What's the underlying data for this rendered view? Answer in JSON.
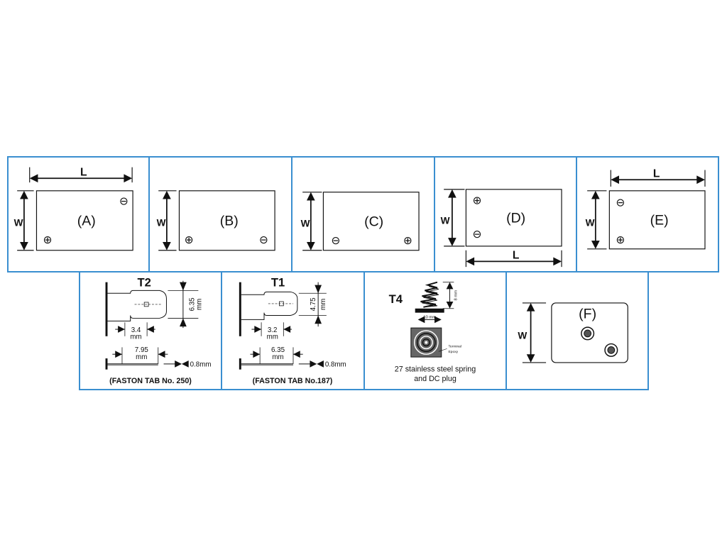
{
  "top_row": [
    {
      "id": "A",
      "label": "(A)",
      "dim_l": "L",
      "dim_w": "W",
      "terminals": [
        "⊖",
        "⊕"
      ]
    },
    {
      "id": "B",
      "label": "(B)",
      "dim_w": "W",
      "terminals": [
        "⊕",
        "⊖"
      ]
    },
    {
      "id": "C",
      "label": "(C)",
      "dim_w": "W",
      "terminals": [
        "⊖",
        "⊕"
      ]
    },
    {
      "id": "D",
      "label": "(D)",
      "dim_l": "L",
      "dim_w": "W",
      "terminals": [
        "⊕",
        "⊖"
      ]
    },
    {
      "id": "E",
      "label": "(E)",
      "dim_l": "L",
      "dim_w": "W",
      "terminals": [
        "⊖",
        "⊕"
      ]
    }
  ],
  "t2": {
    "title": "T2",
    "height_value": "6.35",
    "height_unit": "mm",
    "width_value": "3.4",
    "width_unit": "mm",
    "length_value": "7.95",
    "length_unit": "mm",
    "thickness": "0.8mm",
    "caption": "(FASTON TAB No. 250)"
  },
  "t1": {
    "title": "T1",
    "height_value": "4.75",
    "height_unit": "mm",
    "width_value": "3.2",
    "width_unit": "mm",
    "length_value": "6.35",
    "length_unit": "mm",
    "thickness": "0.8mm",
    "caption": "(FASTON TAB No.187)"
  },
  "t4": {
    "title": "T4",
    "height_label": "8 mm",
    "width_label": "10 mm",
    "terminal_label": "Terminal",
    "epoxy_label": "Epoxy",
    "caption_line1": "27 stainless steel spring",
    "caption_line2": "and DC plug"
  },
  "f": {
    "label": "(F)",
    "dim_w": "W"
  },
  "colors": {
    "panel_border": "#3a8fd0",
    "ink": "#111111"
  }
}
